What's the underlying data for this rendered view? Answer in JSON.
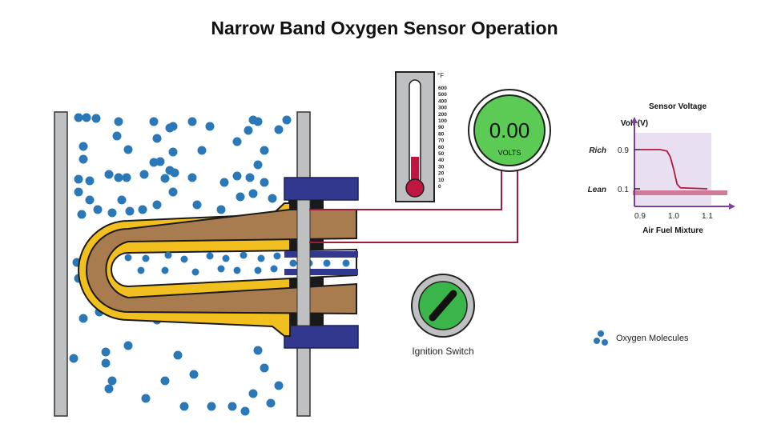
{
  "title": "Narrow Band Oxygen Sensor Operation",
  "thermometer": {
    "unit": "°F",
    "scale": [
      "600",
      "500",
      "400",
      "300",
      "200",
      "100",
      "90",
      "80",
      "70",
      "60",
      "50",
      "40",
      "30",
      "20",
      "10",
      "0"
    ]
  },
  "voltmeter": {
    "reading": "0.00",
    "unit": "VOLTS",
    "color": "#5bcb55"
  },
  "ignition": {
    "label": "Ignition Switch",
    "color": "#3ab54a"
  },
  "legend": {
    "label": "Oxygen Molecules",
    "color": "#2b78b8"
  },
  "chart_data": {
    "type": "line",
    "title": "Sensor Voltage",
    "xlabel": "Air Fuel Mixture",
    "ylabel": "Volt (V)",
    "x_ticks": [
      "0.9",
      "1.0",
      "1.1"
    ],
    "y_ticks": [
      {
        "label": "0.9",
        "side": "Rich",
        "value": 0.9
      },
      {
        "label": "0.1",
        "side": "Lean",
        "value": 0.1
      }
    ],
    "xlim": [
      0.9,
      1.1
    ],
    "series": [
      {
        "values": [
          [
            0.9,
            0.9
          ],
          [
            0.96,
            0.9
          ],
          [
            0.98,
            0.87
          ],
          [
            0.99,
            0.75
          ],
          [
            1.0,
            0.5
          ],
          [
            1.01,
            0.2
          ],
          [
            1.02,
            0.12
          ],
          [
            1.1,
            0.1
          ]
        ]
      }
    ],
    "colors": {
      "curve": "#b5163f",
      "background": "#e8dff0",
      "axis": "#7a3fa0",
      "lean_band": "#d07a97"
    }
  }
}
